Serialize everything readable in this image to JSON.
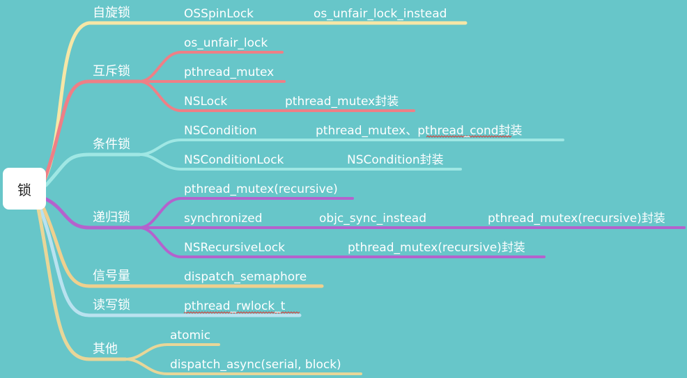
{
  "root": {
    "label": "锁"
  },
  "colors": {
    "background": "#67c6c9",
    "spin": "#f6e6a6",
    "mutex": "#ee7f86",
    "condition": "#9fe7e4",
    "recursive": "#b462cd",
    "semaphore": "#efd08e",
    "rwlock": "#b9e2ef",
    "other": "#e8d698"
  },
  "categories": [
    {
      "id": "spin",
      "label": "自旋锁",
      "children": [
        {
          "label": "OSSpinLock",
          "detail": [
            "os_unfair_lock_instead"
          ]
        }
      ]
    },
    {
      "id": "mutex",
      "label": "互斥锁",
      "children": [
        {
          "label": "os_unfair_lock",
          "detail": []
        },
        {
          "label": "pthread_mutex",
          "detail": []
        },
        {
          "label": "NSLock",
          "detail": [
            "pthread_mutex封装"
          ]
        }
      ]
    },
    {
      "id": "condition",
      "label": "条件锁",
      "children": [
        {
          "label": "NSCondition",
          "detail": [
            "pthread_mutex、pthread_cond封装"
          ]
        },
        {
          "label": "NSConditionLock",
          "detail": [
            "NSCondition封装"
          ]
        }
      ]
    },
    {
      "id": "recursive",
      "label": "递归锁",
      "children": [
        {
          "label": "pthread_mutex(recursive)",
          "detail": []
        },
        {
          "label": "synchronized",
          "detail": [
            "objc_sync_instead",
            "pthread_mutex(recursive)封装"
          ]
        },
        {
          "label": "NSRecursiveLock",
          "detail": [
            "pthread_mutex(recursive)封装"
          ]
        }
      ]
    },
    {
      "id": "semaphore",
      "label": "信号量",
      "children": [
        {
          "label": "dispatch_semaphore",
          "detail": []
        }
      ]
    },
    {
      "id": "rwlock",
      "label": "读写锁",
      "children": [
        {
          "label": "pthread_rwlock_t",
          "detail": []
        }
      ]
    },
    {
      "id": "other",
      "label": "其他",
      "children": [
        {
          "label": "atomic",
          "detail": []
        },
        {
          "label": "dispatch_async(serial, block)",
          "detail": []
        }
      ]
    }
  ]
}
